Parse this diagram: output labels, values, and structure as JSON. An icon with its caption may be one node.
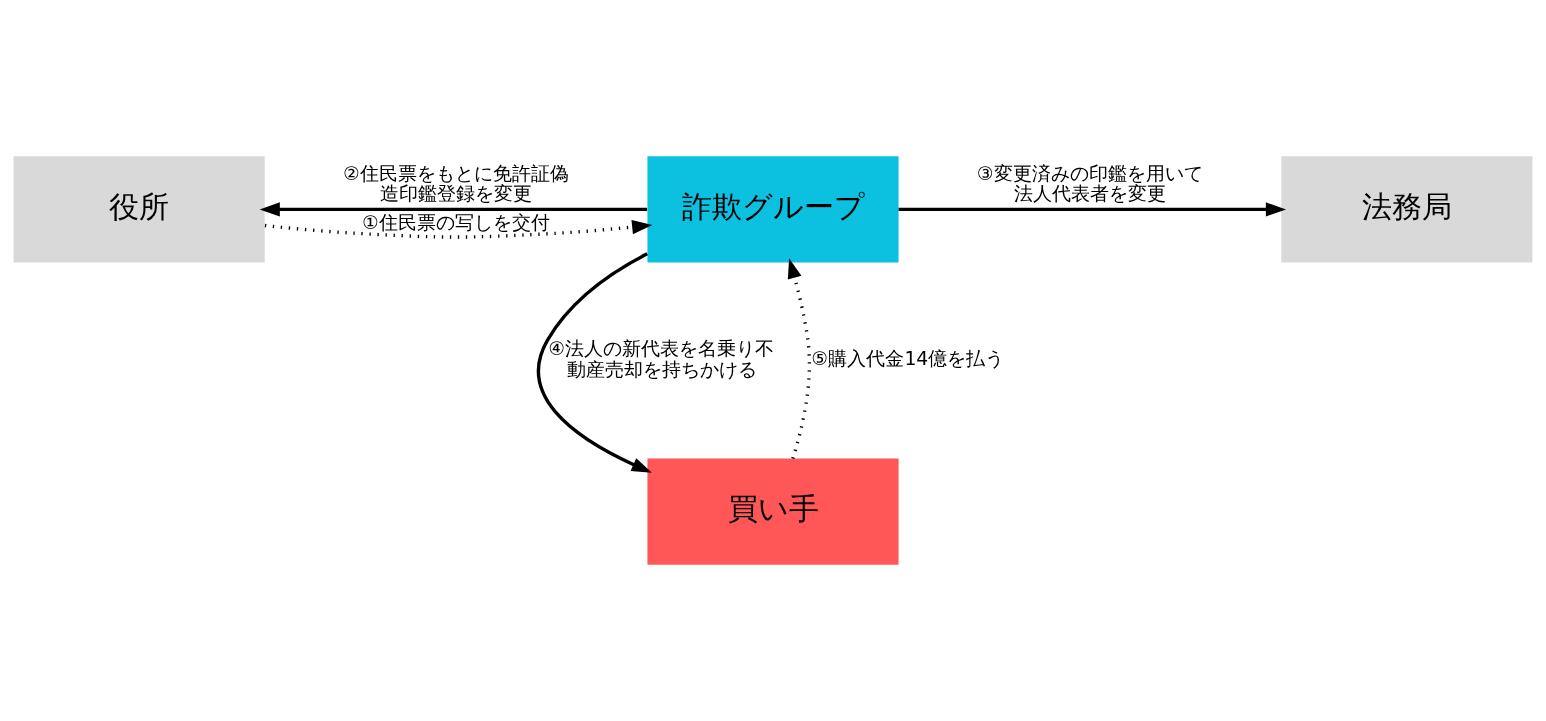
{
  "diagram": {
    "nodes": [
      {
        "text": [
          "役所"
        ]
      },
      {
        "text": [
          "詐欺グループ"
        ]
      },
      {
        "text": [
          "法務局"
        ]
      },
      {
        "text": [
          "買い手"
        ]
      }
    ],
    "edges": [
      {
        "from": 0,
        "to": 1,
        "arrow": "to",
        "label": "①住民票の写しを交付",
        "style": "dashed"
      },
      {
        "from": 1,
        "to": 0,
        "arrow": "to",
        "label": "②住民票をもとに免許証偽造印鑑登録を変更"
      },
      {
        "from": 1,
        "to": 2,
        "arrow": "to",
        "label": "③変更済みの印鑑を用いて法人代表者を変更"
      },
      {
        "from": 1,
        "to": 3,
        "arrow": "to",
        "label": "④法人の新代表を名乗り不動産売却を持ちかける"
      },
      {
        "from": 3,
        "to": 1,
        "arrow": "to",
        "label": "⑤購入代金14億を払う",
        "style": "dashed"
      }
    ]
  }
}
